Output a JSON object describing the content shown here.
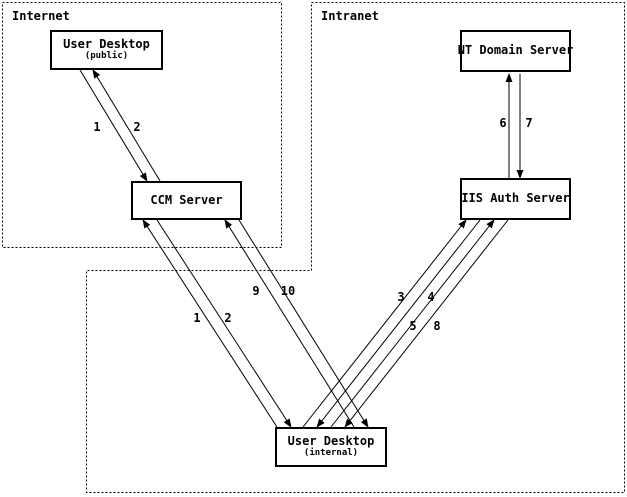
{
  "diagram": {
    "background_color": "#ffffff",
    "line_color": "#000000",
    "zones": {
      "internet": {
        "label": "Internet"
      },
      "intranet": {
        "label": "Intranet"
      }
    },
    "nodes": {
      "user_desktop_public": {
        "title": "User Desktop",
        "subtitle": "(public)"
      },
      "ccm_server": {
        "title": "CCM Server"
      },
      "nt_domain_server": {
        "title": "NT Domain Server"
      },
      "iis_auth_server": {
        "title": "IIS Auth Server"
      },
      "user_desktop_internal": {
        "title": "User Desktop",
        "subtitle": "(internal)"
      }
    },
    "edges": [
      {
        "label": "1",
        "from": "user_desktop_public",
        "to": "ccm_server"
      },
      {
        "label": "2",
        "from": "ccm_server",
        "to": "user_desktop_public"
      },
      {
        "label": "1",
        "from": "user_desktop_internal",
        "to": "ccm_server"
      },
      {
        "label": "2",
        "from": "ccm_server",
        "to": "user_desktop_internal"
      },
      {
        "label": "9",
        "from": "user_desktop_internal",
        "to": "ccm_server"
      },
      {
        "label": "10",
        "from": "ccm_server",
        "to": "user_desktop_internal"
      },
      {
        "label": "3",
        "from": "user_desktop_internal",
        "to": "iis_auth_server"
      },
      {
        "label": "4",
        "from": "iis_auth_server",
        "to": "user_desktop_internal"
      },
      {
        "label": "5",
        "from": "user_desktop_internal",
        "to": "iis_auth_server"
      },
      {
        "label": "8",
        "from": "iis_auth_server",
        "to": "user_desktop_internal"
      },
      {
        "label": "6",
        "from": "iis_auth_server",
        "to": "nt_domain_server"
      },
      {
        "label": "7",
        "from": "nt_domain_server",
        "to": "iis_auth_server"
      }
    ]
  }
}
